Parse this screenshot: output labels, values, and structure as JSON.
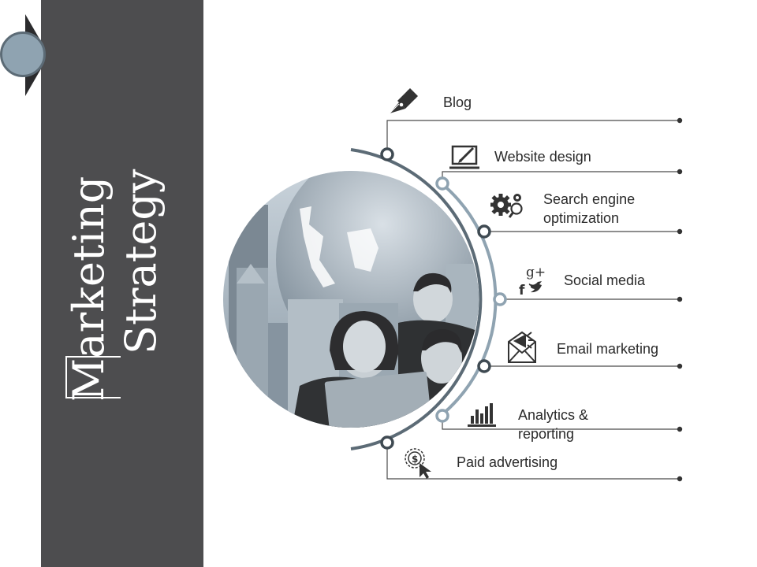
{
  "slide": {
    "title_line1": "Marketing",
    "title_line2": "Strategy"
  },
  "items": [
    {
      "label": "Blog",
      "icon": "pen-nib-icon"
    },
    {
      "label": "Website design",
      "icon": "laptop-pencil-icon"
    },
    {
      "label_line1": "Search engine",
      "label_line2": "optimization",
      "icon": "gears-magnifier-icon"
    },
    {
      "label": "Social media",
      "icon": "social-media-icon",
      "glyph_top": "g+",
      "glyph_f": "f"
    },
    {
      "label": "Email marketing",
      "icon": "envelope-megaphone-icon"
    },
    {
      "label_line1": "Analytics &",
      "label_line2": "reporting",
      "icon": "bar-chart-icon"
    },
    {
      "label": "Paid advertising",
      "icon": "dollar-cursor-icon",
      "glyph": "$"
    }
  ],
  "photo": {
    "description_icon": "business-team-photo"
  },
  "colors": {
    "sidebar": "#4d4d4f",
    "accent": "#8fa3b1",
    "line": "#4a4a4a",
    "arc": "#5c6b76"
  }
}
